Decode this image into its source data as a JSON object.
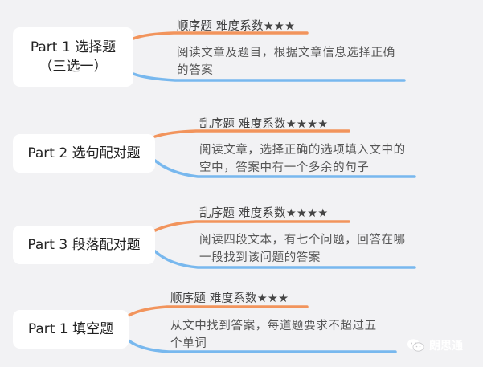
{
  "sections": [
    {
      "title_line1": "Part 1 选择题",
      "title_line2": "（三选一）",
      "meta": "顺序题 难度系数★★★",
      "desc": "阅读文章及题目，根据文章信息选择正确的答案"
    },
    {
      "title_line1": "Part 2 选句配对题",
      "meta": "乱序题 难度系数★★★★",
      "desc": "阅读文章，选择正确的选项填入文中的空中，答案中有一个多余的句子"
    },
    {
      "title_line1": "Part 3 段落配对题",
      "meta": "乱序题 难度系数★★★★",
      "desc": "阅读四段文本，有七个问题，回答在哪一段找到该问题的答案"
    },
    {
      "title_line1": "Part 1 填空题",
      "meta": "顺序题 难度系数★★★",
      "desc": "从文中找到答案，每道题要求不超过五个单词"
    }
  ],
  "watermark": {
    "text": "朗思通",
    "icon": "wechat-icon"
  },
  "colors": {
    "background": "#f2f2f4",
    "node_fill": "#ffffff",
    "meta_line": "#f2945c",
    "desc_line": "#78b8ee",
    "text": "#222222"
  }
}
